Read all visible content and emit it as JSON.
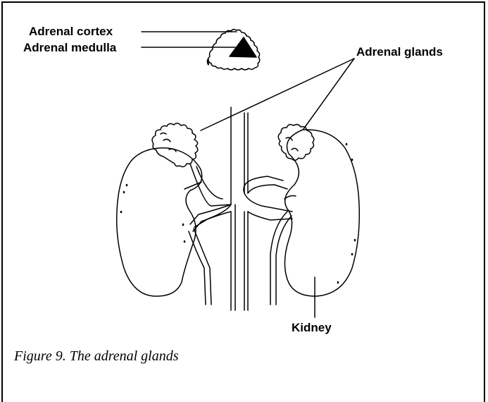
{
  "labels": {
    "adrenal_cortex": "Adrenal cortex",
    "adrenal_medulla": "Adrenal medulla",
    "adrenal_glands": "Adrenal glands",
    "kidney": "Kidney"
  },
  "caption": "Figure 9. The adrenal glands",
  "colors": {
    "line": "#000000",
    "background": "#ffffff"
  }
}
